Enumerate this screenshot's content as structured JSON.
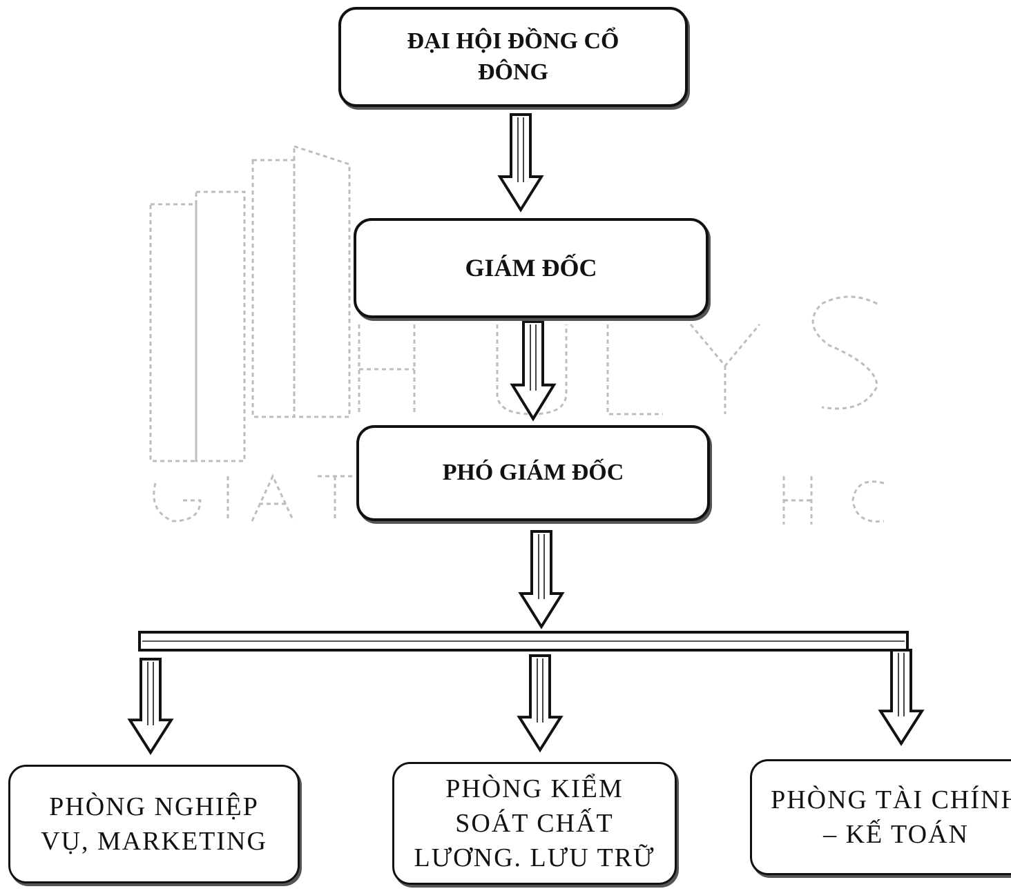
{
  "chart": {
    "root": {
      "label": "ĐẠI HỘI ĐỒNG CỔ\nĐÔNG"
    },
    "director": {
      "label": "GIÁM ĐỐC"
    },
    "deputy_director": {
      "label": "PHÓ GIÁM ĐỐC"
    },
    "departments": [
      {
        "label": "PHÒNG NGHIỆP\nVỤ, MARKETING"
      },
      {
        "label": "PHÒNG KIỂM\nSOÁT CHẤT\nLƯƠNG. LƯU TRỮ"
      },
      {
        "label": "PHÒNG TÀI CHÍNH\n– KẾ TOÁN"
      }
    ]
  },
  "watermark": {
    "logo": "THULYS",
    "tagline": "GIÁ TRỊ THỰC"
  },
  "colors": {
    "stroke": "#111111",
    "background": "#ffffff",
    "watermark": "#bdbdbd"
  }
}
